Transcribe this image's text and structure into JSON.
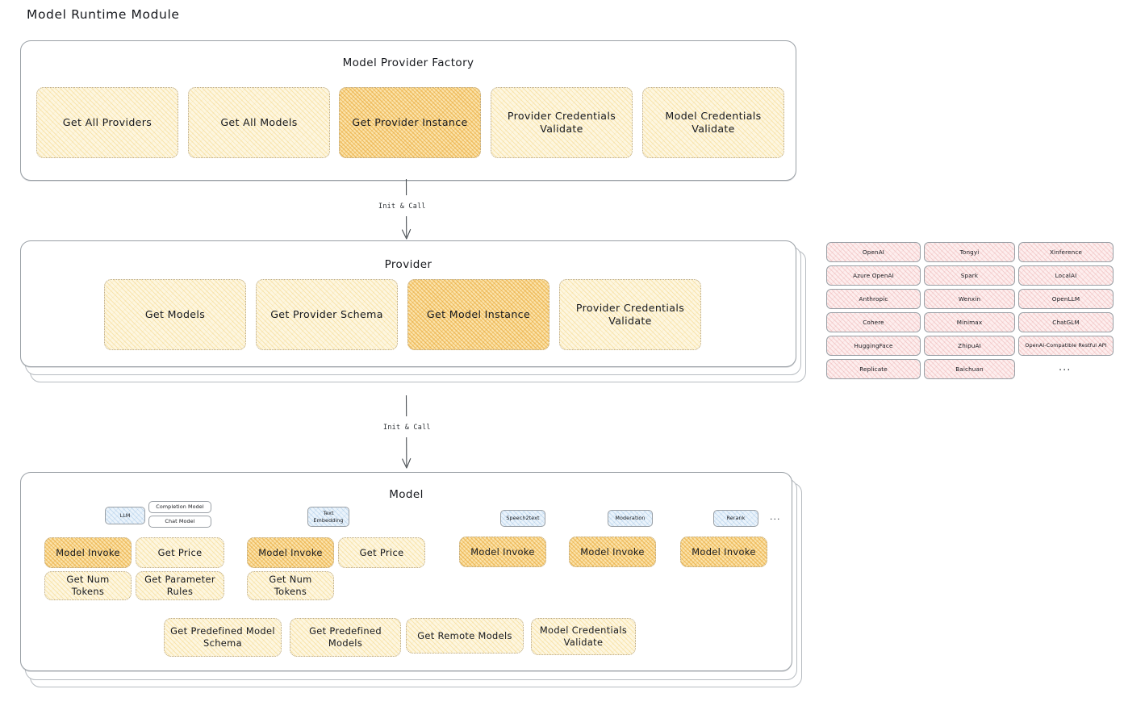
{
  "title": "Model Runtime Module",
  "sections": {
    "factory": {
      "title": "Model Provider Factory",
      "nodes": [
        {
          "label": "Get All Providers",
          "highlight": false
        },
        {
          "label": "Get All Models",
          "highlight": false
        },
        {
          "label": "Get Provider Instance",
          "highlight": true
        },
        {
          "label": "Provider Credentials Validate",
          "highlight": false
        },
        {
          "label": "Model Credentials Validate",
          "highlight": false
        }
      ]
    },
    "provider": {
      "title": "Provider",
      "nodes": [
        {
          "label": "Get Models",
          "highlight": false
        },
        {
          "label": "Get Provider Schema",
          "highlight": false
        },
        {
          "label": "Get Model Instance",
          "highlight": true
        },
        {
          "label": "Provider Credentials Validate",
          "highlight": false
        }
      ]
    },
    "model": {
      "title": "Model",
      "model_types": [
        {
          "name": "LLM",
          "sub": [
            "Completion Model",
            "Chat Model"
          ]
        },
        {
          "name": "Text Embedding",
          "sub": []
        },
        {
          "name": "Speech2text",
          "sub": []
        },
        {
          "name": "Moderation",
          "sub": []
        },
        {
          "name": "Rerank",
          "sub": []
        }
      ],
      "more": "...",
      "llm_ops": [
        "Model Invoke",
        "Get Price",
        "Get Num Tokens",
        "Get Parameter Rules"
      ],
      "embedding_ops": [
        "Model Invoke",
        "Get Price",
        "Get Num Tokens"
      ],
      "speech_ops": [
        "Model Invoke"
      ],
      "moderation_ops": [
        "Model Invoke"
      ],
      "rerank_ops": [
        "Model Invoke"
      ],
      "common_ops": [
        "Get Predefined Model Schema",
        "Get Predefined Models",
        "Get Remote Models",
        "Model Credentials Validate"
      ]
    }
  },
  "arrows": [
    {
      "label": "Init & Call"
    },
    {
      "label": "Init & Call"
    }
  ],
  "provider_list": {
    "columns": [
      [
        "OpenAI",
        "Azure OpenAI",
        "Anthropic",
        "Cohere",
        "HuggingFace",
        "Replicate"
      ],
      [
        "Tongyi",
        "Spark",
        "Wenxin",
        "Minimax",
        "ZhipuAI",
        "Baichuan"
      ],
      [
        "Xinference",
        "LocalAI",
        "OpenLLM",
        "ChatGLM",
        "OpenAI-Compatible Restful API"
      ]
    ],
    "more": "..."
  },
  "colors": {
    "pale_fill": "#fdf6e0",
    "amber_fill": "#fbe3ab",
    "pink_fill": "#fdeeee",
    "blue_fill": "#eaf3fb",
    "stroke": "#9aa0a6"
  }
}
